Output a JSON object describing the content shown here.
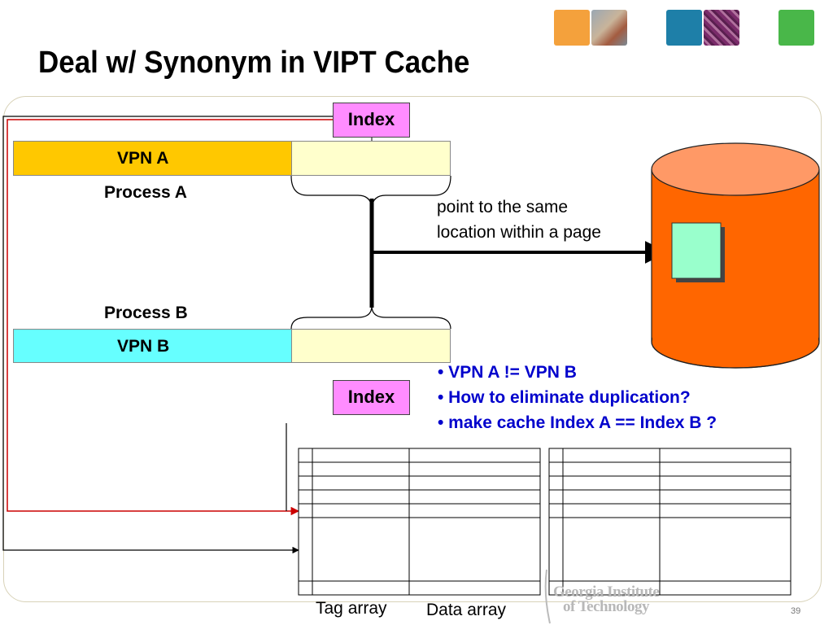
{
  "title": "Deal w/ Synonym in VIPT Cache",
  "process_a": {
    "vpn_label": "VPN A",
    "label": "Process A",
    "index_label": "Index"
  },
  "process_b": {
    "vpn_label": "VPN B",
    "label": "Process B",
    "index_label": "Index"
  },
  "note": {
    "line1": "point to the same",
    "line2": "location within a page"
  },
  "bullets": [
    "• VPN A != VPN B",
    "• How to eliminate duplication?",
    "• make cache Index A == Index B ?"
  ],
  "tag_array_label": "Tag array",
  "data_array_label": "Data array",
  "logo": {
    "line1": "Georgia Institute",
    "line2": "of Technology"
  },
  "page_number": "39",
  "colors": {
    "vpn_a": "#ffc800",
    "vpn_b": "#66ffff",
    "offset_fill": "#ffffcc",
    "index_fill": "#ff8cff",
    "memory": "#ff6600",
    "page_block": "#99ffcc",
    "bullet_text": "#0000cc",
    "arrow_red": "#cc0000"
  }
}
